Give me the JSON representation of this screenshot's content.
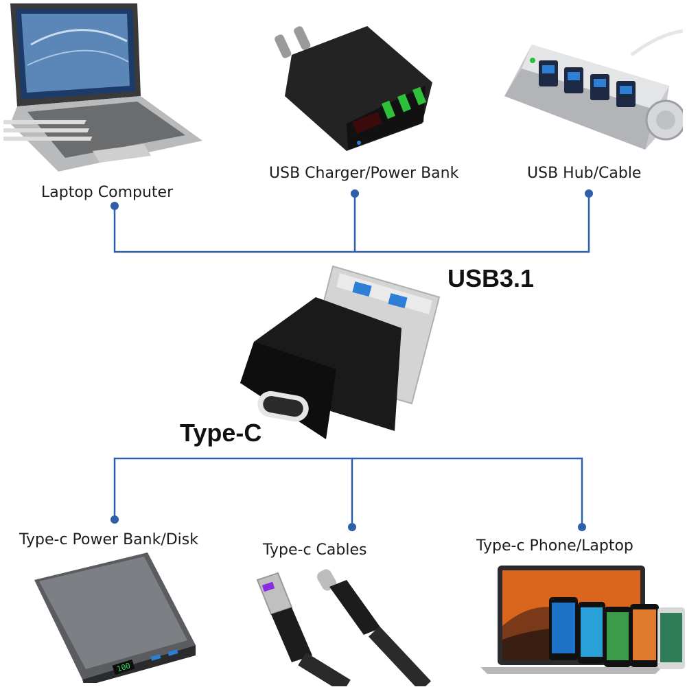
{
  "top_devices": {
    "laptop": "Laptop Computer",
    "charger": "USB Charger/Power Bank",
    "hub": "USB Hub/Cable"
  },
  "adapter": {
    "usb_label": "USB3.1",
    "typec_label": "Type-C"
  },
  "bottom_devices": {
    "powerbank": "Type-c Power Bank/Disk",
    "cables": "Type-c Cables",
    "phone_laptop": "Type-c Phone/Laptop"
  },
  "colors": {
    "line": "#2e5fa8",
    "port_blue": "#2d7fd6",
    "dark": "#1a1a1a"
  }
}
